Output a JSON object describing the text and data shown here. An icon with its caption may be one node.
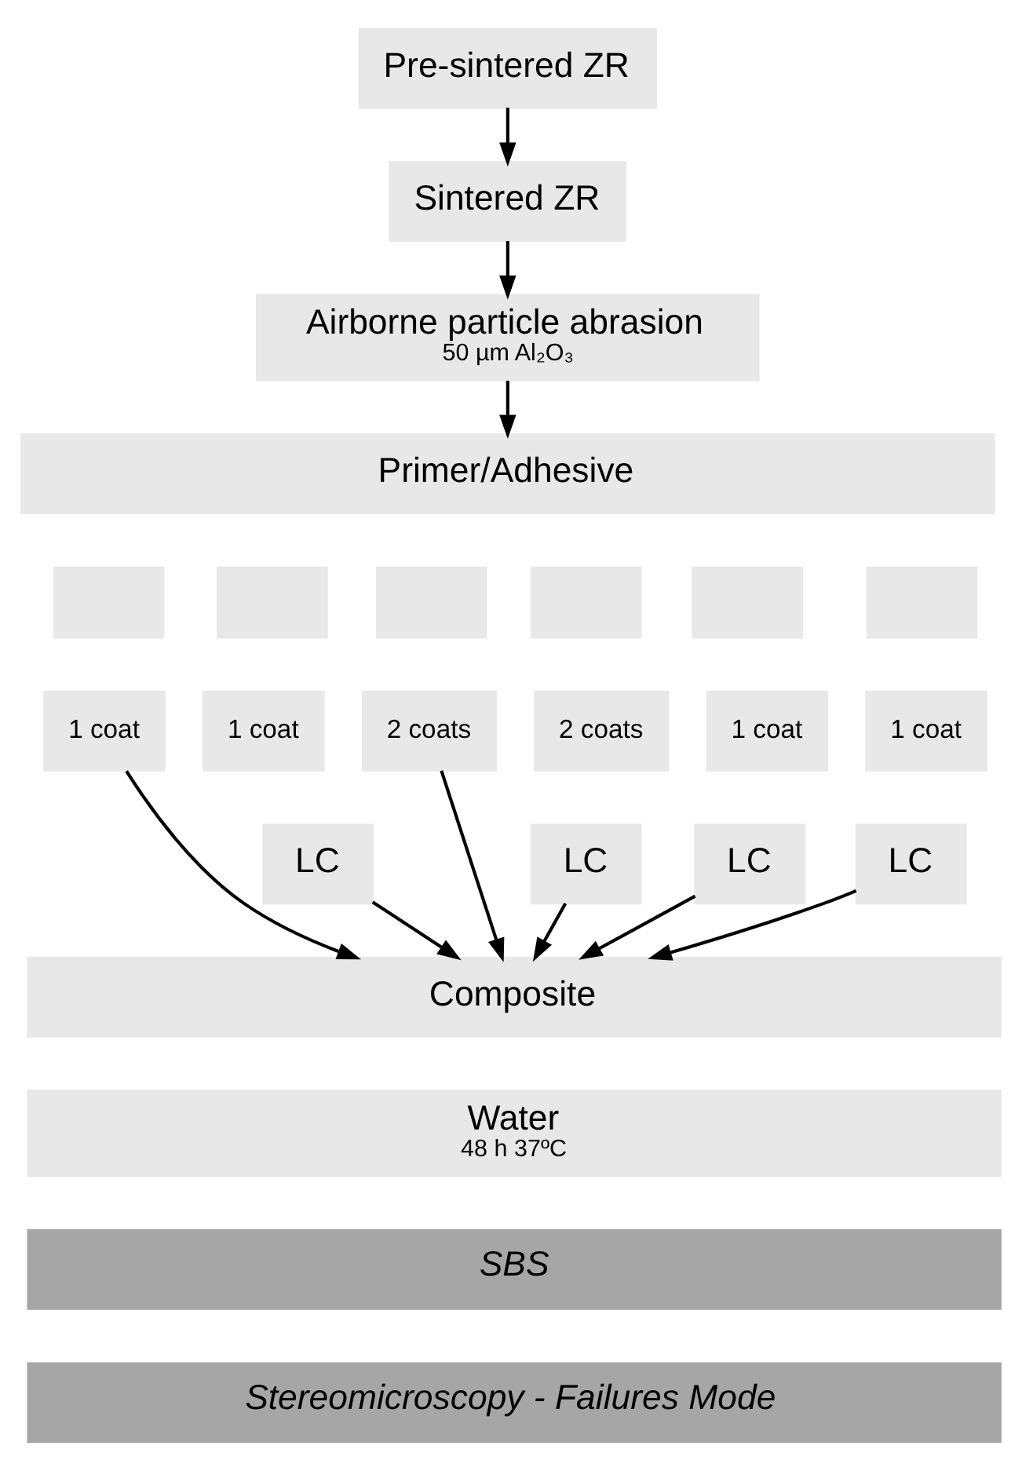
{
  "diagram": {
    "nodes": [
      {
        "text": [
          "Pre-sintered ZR"
        ]
      },
      {
        "text": [
          "Sintered ZR"
        ]
      },
      {
        "text": [
          "Airborne particle abrasion",
          "50 µm Al₂O₃"
        ]
      },
      {
        "text": [
          "Primer/Adhesive"
        ]
      },
      {
        "text": [],
        "shape": "box"
      },
      {
        "text": [
          "1 coat"
        ]
      },
      {
        "text": [],
        "shape": "box"
      },
      {
        "text": [
          "1 coat"
        ]
      },
      {
        "text": [
          "LC"
        ]
      },
      {
        "text": [],
        "shape": "box"
      },
      {
        "text": [
          "2 coats"
        ]
      },
      {
        "text": [],
        "shape": "box"
      },
      {
        "text": [
          "2 coats"
        ]
      },
      {
        "text": [
          "LC"
        ]
      },
      {
        "text": [],
        "shape": "box"
      },
      {
        "text": [
          "1 coat"
        ]
      },
      {
        "text": [
          "LC"
        ]
      },
      {
        "text": [],
        "shape": "box"
      },
      {
        "text": [
          "1 coat"
        ]
      },
      {
        "text": [
          "LC"
        ]
      },
      {
        "text": [
          "Composite"
        ]
      },
      {
        "text": [
          "Water",
          "48 h 37ºC"
        ]
      },
      {
        "text": [
          "SBS"
        ]
      },
      {
        "text": [
          "Stereomicroscopy - Failures Mode"
        ]
      }
    ],
    "edges": [
      {
        "from": 0,
        "to": 1,
        "arrow": "to"
      },
      {
        "from": 1,
        "to": 2,
        "arrow": "to"
      },
      {
        "from": 2,
        "to": 3,
        "arrow": "to"
      },
      {
        "from": 5,
        "to": 20,
        "arrow": "to"
      },
      {
        "from": 8,
        "to": 20,
        "arrow": "to"
      },
      {
        "from": 10,
        "to": 20,
        "arrow": "to"
      },
      {
        "from": 13,
        "to": 20,
        "arrow": "to"
      },
      {
        "from": 16,
        "to": 20,
        "arrow": "to"
      },
      {
        "from": 19,
        "to": 20,
        "arrow": "to"
      }
    ]
  }
}
